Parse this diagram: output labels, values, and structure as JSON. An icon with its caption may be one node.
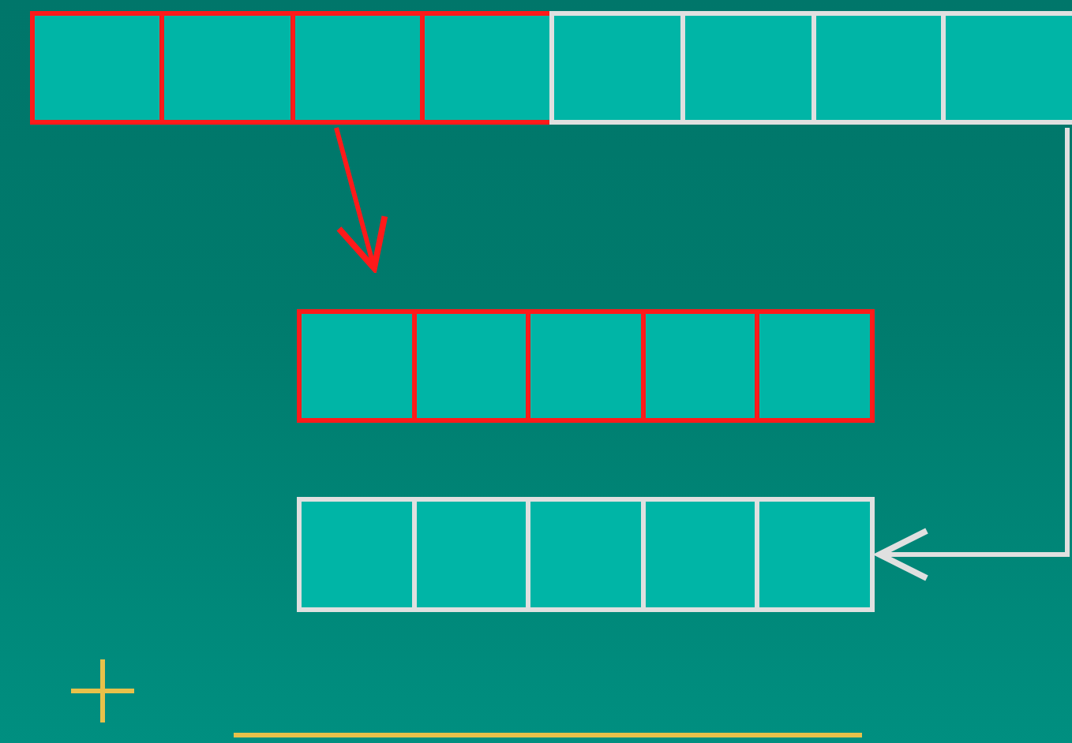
{
  "diagram": {
    "nodes": [
      {
        "text": [],
        "shape": "box"
      },
      {
        "text": [],
        "shape": "box",
        "in": 0
      },
      {
        "text": [],
        "shape": "box",
        "in": 0
      },
      {
        "text": [],
        "shape": "box",
        "in": 0
      },
      {
        "text": [],
        "shape": "box",
        "in": 0
      },
      {
        "text": [],
        "shape": "box"
      },
      {
        "text": [],
        "shape": "box",
        "in": 5
      },
      {
        "text": [],
        "shape": "box",
        "in": 5
      },
      {
        "text": [],
        "shape": "box",
        "in": 5
      },
      {
        "text": [],
        "shape": "box",
        "in": 5
      },
      {
        "text": [],
        "shape": "box"
      },
      {
        "text": [],
        "shape": "box",
        "in": 10
      },
      {
        "text": [],
        "shape": "box",
        "in": 10
      },
      {
        "text": [],
        "shape": "box",
        "in": 10
      },
      {
        "text": [],
        "shape": "box",
        "in": 10
      },
      {
        "text": [],
        "shape": "box",
        "in": 10
      },
      {
        "text": [],
        "shape": "box"
      },
      {
        "text": [],
        "shape": "box",
        "in": 16
      },
      {
        "text": [],
        "shape": "box",
        "in": 16
      },
      {
        "text": [],
        "shape": "box",
        "in": 16
      },
      {
        "text": [],
        "shape": "box",
        "in": 16
      },
      {
        "text": [],
        "shape": "box",
        "in": 16
      }
    ],
    "edges": [
      {
        "from": 0,
        "to": 10,
        "arrow": "to",
        "color": "#ff1a1a"
      },
      {
        "from": 5,
        "to": 16,
        "arrow": "to",
        "color": "#e0e0e0"
      }
    ]
  }
}
